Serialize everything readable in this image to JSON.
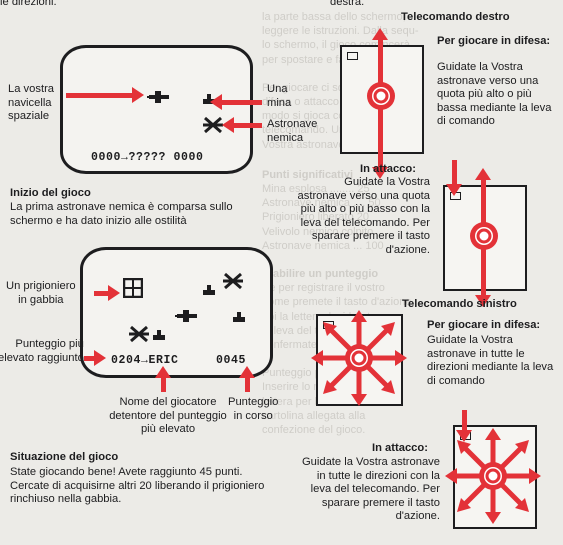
{
  "page": {
    "top_left_fragment": "le direzioni.",
    "top_right_fragment": "destra."
  },
  "figure1": {
    "label_ship": "La vostra\nnavicella\nspaziale",
    "label_mine": "Una\nmina",
    "label_enemy": "Astronave\nnemica",
    "score_line": "0000→????? 0000"
  },
  "start": {
    "heading": "Inizio del gioco",
    "body": "La prima astronave nemica è comparsa sullo schermo e ha dato inizio alle ostilità"
  },
  "figure2": {
    "label_prisoner": "Un prigioniero\nin gabbia",
    "label_highscore": "Punteggio più\nelevato raggiunto",
    "score_line": "0204→ERIC     0045",
    "label_player": "Nome del giocatore\ndetentore del punteggio\npiù elevato",
    "label_current": "Punteggio\nin corso"
  },
  "situation": {
    "heading": "Situazione del gioco",
    "body": "State giocando bene! Avete raggiunto 45 punti. Cercate di acquisirne altri 20 liberando il prigioniero rinchiuso nella gabbia."
  },
  "right_remote": {
    "title": "Telecomando destro",
    "defense_heading": "Per giocare in difesa:",
    "defense_body": "Guidate la Vostra astronave verso una quota più alto o più bassa mediante la leva di comando",
    "attack_heading": "In attacco:",
    "attack_body": "Guidate la Vostra astronave verso una quota più alto o più basso con la leva del telecomando. Per sparare premere il tasto d'azione."
  },
  "left_remote": {
    "title": "Telecomando sinistro",
    "defense_heading": "Per giocare in difesa:",
    "defense_body": "Guidate la Vostra astronave in tutte le direzioni mediante la leva di comando",
    "attack_heading": "In attacco:",
    "attack_body": "Guidate la Vostra astronave in tutte le direzioni con la leva del telecomando. Per sparare premere il tasto d'azione."
  },
  "ghost_text": [
    "la parte bassa dello schermo,",
    "leggere le istruzioni. Dalla sequ-",
    "lo schermo, il gioco comincerà",
    "per spostare e far fuoco.",
    "Per giocare ci sono due modi:",
    "difesa o attacco. In ciascun",
    "modo si gioca con la leva del",
    "telecomando. Uno ottiene punti",
    "Vostra astronave con la leva,",
    "Punti significativi",
    "Mina esplosa ........ 25",
    "Astronave nemica .... 50",
    "Prigioniero liberato  20",
    "Velivolo nemico colpito",
    "Astronave nemica ... 100",
    "Stabilire un punteggio",
    "Se per registrare il vostro",
    "nome premete il tasto d'azione,",
    "poi la lettera desiderata con",
    "la leva del telecomando e",
    "confermate con il tasto.",
    "Punteggio più elevato con",
    "Inserire lo nome e spedite",
    "lettera per lettera sulla",
    "cartolina allegata alla",
    "confezione del gioco."
  ],
  "colors": {
    "accent_red": "#e33238",
    "ink": "#1d1d1f",
    "paper": "#ecebe7"
  }
}
